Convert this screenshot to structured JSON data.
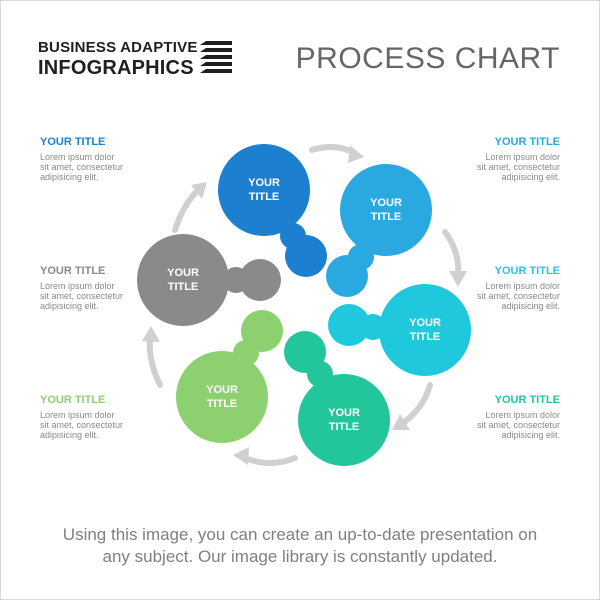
{
  "brand": {
    "line1": "BUSINESS ADAPTIVE",
    "line2": "INFOGRAPHICS"
  },
  "title": "PROCESS CHART",
  "colors": {
    "blue_dark": "#1d7fd0",
    "blue": "#2aa8e0",
    "cyan": "#1fc8dc",
    "teal": "#22c69a",
    "green": "#8dd070",
    "gray": "#8a8a8a",
    "arrow": "#d0d0d0"
  },
  "steps": [
    {
      "label_line1": "YOUR",
      "label_line2": "TITLE",
      "color": "#1d7fd0"
    },
    {
      "label_line1": "YOUR",
      "label_line2": "TITLE",
      "color": "#2aa8e0"
    },
    {
      "label_line1": "YOUR",
      "label_line2": "TITLE",
      "color": "#1fc8dc"
    },
    {
      "label_line1": "YOUR",
      "label_line2": "TITLE",
      "color": "#22c69a"
    },
    {
      "label_line1": "YOUR",
      "label_line2": "TITLE",
      "color": "#8dd070"
    },
    {
      "label_line1": "YOUR",
      "label_line2": "TITLE",
      "color": "#8a8a8a"
    }
  ],
  "side_texts": [
    {
      "title": "YOUR TITLE",
      "body_l1": "Lorem ipsum dolor",
      "body_l2": "sit amet, consectetur",
      "body_l3": "adipisicing elit.",
      "color": "#1d7fd0"
    },
    {
      "title": "YOUR TITLE",
      "body_l1": "Lorem ipsum dolor",
      "body_l2": "sit amet, consectetur",
      "body_l3": "adipisicing elit.",
      "color": "#2aa8e0"
    },
    {
      "title": "YOUR TITLE",
      "body_l1": "Lorem ipsum dolor",
      "body_l2": "sit amet, consectetur",
      "body_l3": "adipisicing elit.",
      "color": "#1fc8dc"
    },
    {
      "title": "YOUR TITLE",
      "body_l1": "Lorem ipsum dolor",
      "body_l2": "sit amet, consectetur",
      "body_l3": "adipisicing elit.",
      "color": "#22c69a"
    },
    {
      "title": "YOUR TITLE",
      "body_l1": "Lorem ipsum dolor",
      "body_l2": "sit amet, consectetur",
      "body_l3": "adipisicing elit.",
      "color": "#8dd070"
    },
    {
      "title": "YOUR TITLE",
      "body_l1": "Lorem ipsum dolor",
      "body_l2": "sit amet, consectetur",
      "body_l3": "adipisicing elit.",
      "color": "#8a8a8a"
    }
  ],
  "footer": {
    "line1": "Using this image, you can create an up-to-date presentation on",
    "line2": "any subject. Our image library is constantly updated."
  }
}
